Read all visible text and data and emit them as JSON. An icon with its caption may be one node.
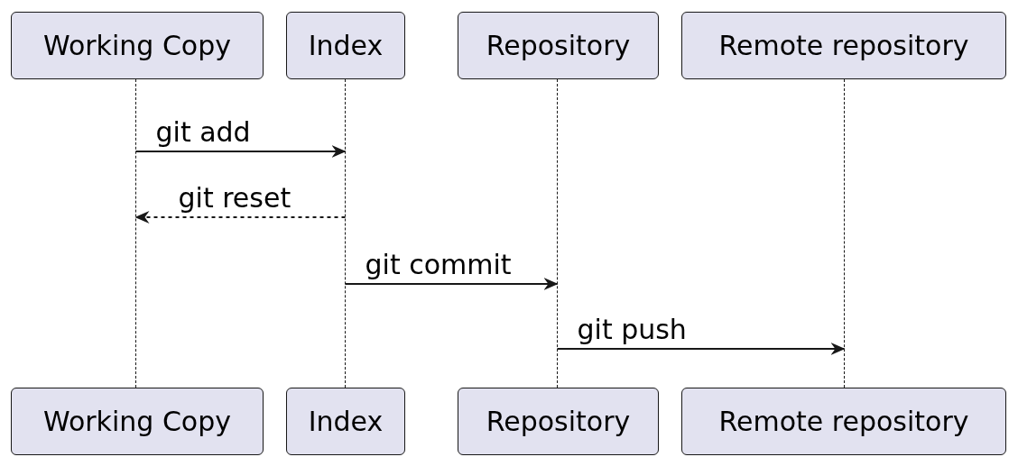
{
  "diagram": {
    "nodes": [
      {
        "text": [
          "Working Copy"
        ]
      },
      {
        "text": [
          "Index"
        ]
      },
      {
        "text": [
          "Repository"
        ]
      },
      {
        "text": [
          "Remote repository"
        ]
      },
      {
        "text": [],
        "shape": "line"
      },
      {
        "text": [],
        "shape": "line"
      },
      {
        "text": [],
        "shape": "line"
      },
      {
        "text": [],
        "shape": "line"
      },
      {
        "text": [
          "Working Copy"
        ]
      },
      {
        "text": [
          "Index"
        ]
      },
      {
        "text": [
          "Repository"
        ]
      },
      {
        "text": [
          "Remote repository"
        ]
      }
    ],
    "edges": [
      {
        "from": 4,
        "to": 5,
        "arrow": "to",
        "label": "git add"
      },
      {
        "from": 5,
        "to": 4,
        "arrow": "to",
        "label": "git reset",
        "style": "dashed"
      },
      {
        "from": 5,
        "to": 6,
        "arrow": "to",
        "label": "git commit"
      },
      {
        "from": 6,
        "to": 7,
        "arrow": "to",
        "label": "git push"
      }
    ]
  }
}
